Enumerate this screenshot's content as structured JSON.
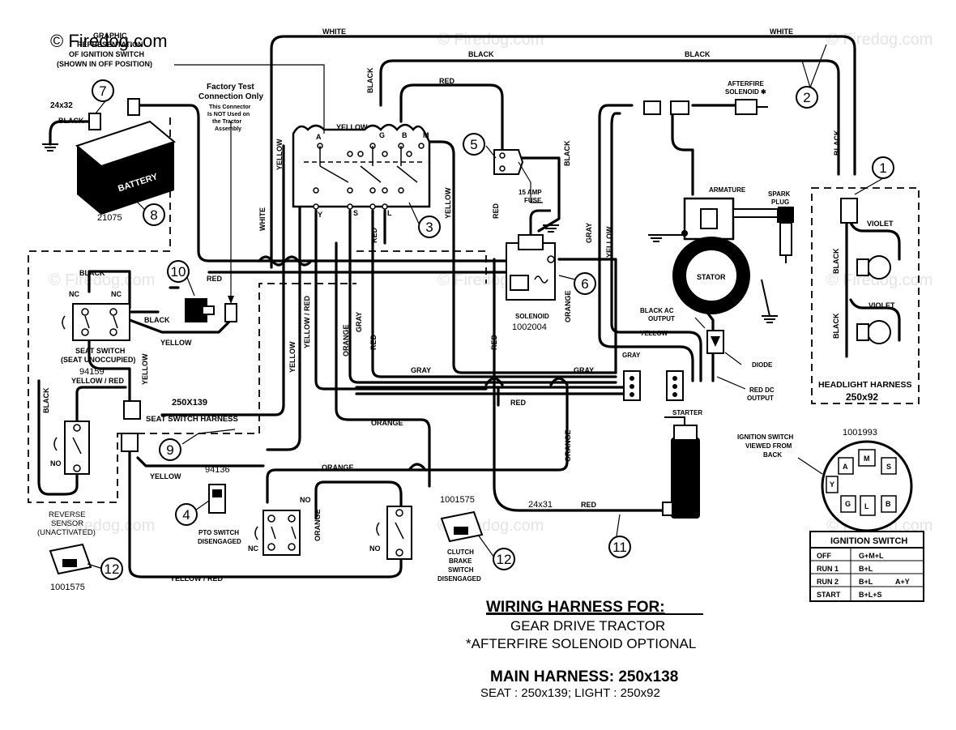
{
  "watermark": {
    "main": "© Firedog.com",
    "faint": "© Firedog.com"
  },
  "labels": {
    "graphic_rep_1": "GRAPHIC",
    "graphic_rep_2": "REPRESENTATION",
    "graphic_rep_3": "OF IGNITION SWITCH",
    "graphic_rep_4": "(SHOWN IN OFF POSITION)",
    "battery_size": "24x32",
    "battery_black": "BLACK",
    "battery_text": "BATTERY",
    "battery_part": "21075",
    "factory_test_1": "Factory Test",
    "factory_test_2": "Connection Only",
    "factory_note_1": "This Connector",
    "factory_note_2": "Is NOT Used on",
    "factory_note_3": "the Tractor",
    "factory_note_4": "Assembly",
    "white_top_left": "WHITE",
    "white_top_right": "WHITE",
    "black_top_mid": "BLACK",
    "black_top_right": "BLACK",
    "black_vert_center": "BLACK",
    "red_top": "RED",
    "yellow_top": "YELLOW",
    "term_a": "A",
    "term_g": "G",
    "term_b": "B",
    "term_m": "M",
    "term_y": "Y",
    "term_s": "S",
    "term_l": "L",
    "yellow_vert_left": "YELLOW",
    "white_vert": "WHITE",
    "yellow_right_switch": "YELLOW",
    "red_vert_switch": "RED",
    "red_vert_fuse": "RED",
    "black_vert_fuse": "BLACK",
    "fuse_label_1": "15 AMP",
    "fuse_label_2": "FUSE",
    "afterfire_1": "AFTERFIRE",
    "afterfire_2": "SOLENOID ✱",
    "armature": "ARMATURE",
    "spark_1": "SPARK",
    "spark_2": "PLUG",
    "stator": "STATOR",
    "black_ac_1": "BLACK AC",
    "black_ac_2": "OUTPUT",
    "yellow_stator": "YELLOW",
    "gray_stator": "GRAY",
    "diode": "DIODE",
    "red_dc_1": "RED DC",
    "red_dc_2": "OUTPUT",
    "gray_vert_1": "GRAY",
    "yellow_vert_2": "YELLOW",
    "solenoid_1": "SOLENOID",
    "solenoid_2": "1002004",
    "orange_solenoid": "ORANGE",
    "red_solenoid": "RED",
    "violet_1": "VIOLET",
    "violet_2": "VIOLET",
    "black_headlight_1": "BLACK",
    "black_headlight_2": "BLACK",
    "black_right_vert": "BLACK",
    "headlight_harness_1": "HEADLIGHT HARNESS",
    "headlight_harness_2": "250x92",
    "seat_black": "BLACK",
    "nc_1": "NC",
    "nc_2": "NC",
    "seat_black_2": "BLACK",
    "seat_yellow": "YELLOW",
    "seat_switch_1": "SEAT SWITCH",
    "seat_switch_2": "(SEAT UNOCCUPIED)",
    "seat_part_1": "94159",
    "seat_part_2": "YELLOW / RED",
    "yellow_seat_vert": "YELLOW",
    "black_seat_vert": "BLACK",
    "no_seat": "NO",
    "red_10": "RED",
    "seat_harness_1": "250X139",
    "seat_harness_2": "SEAT SWITCH HARNESS",
    "yellow_bottom": "YELLOW",
    "pto_part": "94136",
    "pto_1": "PTO SWITCH",
    "pto_2": "DISENGAGED",
    "yellow_red_vert": "YELLOW",
    "yellow_red_vert_2": "YELLOW / RED",
    "orange_vert_1": "ORANGE",
    "gray_vert_3": "GRAY",
    "red_vert_3": "RED",
    "gray_h_1": "GRAY",
    "gray_h_2": "GRAY",
    "orange_h_1": "ORANGE",
    "orange_h_2": "ORANGE",
    "red_h": "RED",
    "orange_vert_right": "ORANGE",
    "orange_vert_pto": "ORANGE",
    "no_pto": "NO",
    "nc_pto": "NC",
    "no_clutch": "NO",
    "clutch_part": "1001575",
    "clutch_1": "CLUTCH",
    "clutch_2": "BRAKE",
    "clutch_3": "SWITCH",
    "clutch_4": "DISENGAGED",
    "reverse_1": "REVERSE",
    "reverse_2": "SENSOR",
    "reverse_3": "(UNACTIVATED)",
    "reverse_part": "1001575",
    "yellow_red_bottom": "YELLOW / RED",
    "starter": "STARTER",
    "starter_size": "24x31",
    "starter_red": "RED",
    "ign_part": "1001993",
    "ign_view_1": "IGNITION SWITCH",
    "ign_view_2": "VIEWED FROM",
    "ign_view_3": "BACK",
    "ign_a": "A",
    "ign_m": "M",
    "ign_s": "S",
    "ign_y": "Y",
    "ign_g": "G",
    "ign_l": "L",
    "ign_b": "B"
  },
  "callouts": [
    "1",
    "2",
    "3",
    "4",
    "5",
    "6",
    "7",
    "8",
    "9",
    "10",
    "11",
    "12",
    "12"
  ],
  "ignition_table": {
    "title": "IGNITION SWITCH",
    "rows": [
      {
        "pos": "OFF",
        "contacts": "G+M+L",
        "extra": ""
      },
      {
        "pos": "RUN 1",
        "contacts": "B+L",
        "extra": ""
      },
      {
        "pos": "RUN 2",
        "contacts": "B+L",
        "extra": "A+Y"
      },
      {
        "pos": "START",
        "contacts": "B+L+S",
        "extra": ""
      }
    ]
  },
  "title_block": {
    "heading": "WIRING HARNESS FOR:",
    "line1": "GEAR DRIVE TRACTOR",
    "line2": "*AFTERFIRE SOLENOID OPTIONAL",
    "main_harness": "MAIN HARNESS: 250x138",
    "sub": "SEAT : 250x139;    LIGHT : 250x92"
  }
}
